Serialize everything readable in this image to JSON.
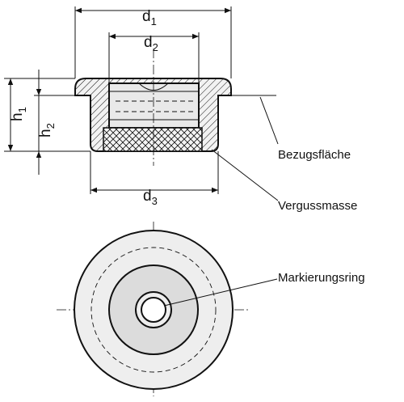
{
  "dimensions": {
    "d1": {
      "letter": "d",
      "sub": "1"
    },
    "d2": {
      "letter": "d",
      "sub": "2"
    },
    "d3": {
      "letter": "d",
      "sub": "3"
    },
    "h1": {
      "letter": "h",
      "sub": "1"
    },
    "h2": {
      "letter": "h",
      "sub": "2"
    }
  },
  "labels": {
    "reference_surface": "Bezugsfläche",
    "potting_compound": "Vergussmasse",
    "marking_ring": "Markierungsring"
  },
  "colors": {
    "line": "#111111",
    "insert_fill": "#e9e9e9",
    "body_fill": "#dcdcdc",
    "face_fill": "#eeeeee"
  }
}
